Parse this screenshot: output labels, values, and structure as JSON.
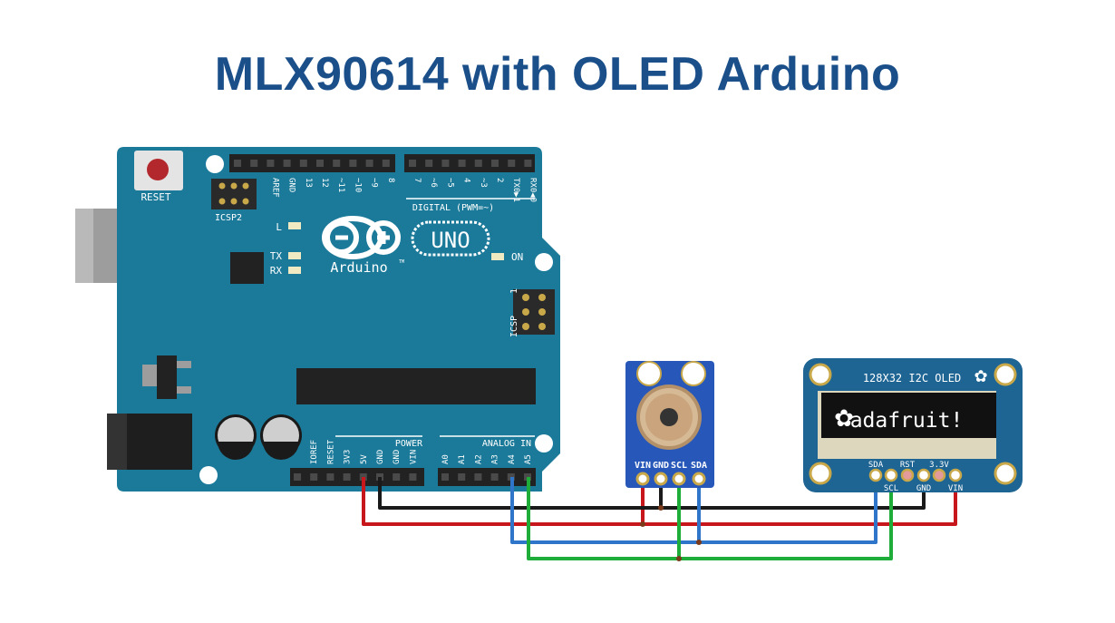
{
  "title": "MLX90614 with OLED Arduino",
  "arduino": {
    "reset": "RESET",
    "icsp2": "ICSP2",
    "icsp": "ICSP",
    "icsp_pin1": "1",
    "uno": "UNO",
    "brand": "Arduino",
    "tm": "TM",
    "led_l": "L",
    "led_tx": "TX",
    "led_rx": "RX",
    "led_on": "ON",
    "digital_label": "DIGITAL (PWM=~)",
    "digital_pins": [
      "AREF",
      "GND",
      "13",
      "12",
      "~11",
      "~10",
      "~9",
      "8",
      "7",
      "~6",
      "~5",
      "4",
      "~3",
      "2",
      "TX0▶1",
      "RX0◀0"
    ],
    "power_label": "POWER",
    "power_pins": [
      "IOREF",
      "RESET",
      "3V3",
      "5V",
      "GND",
      "GND",
      "VIN"
    ],
    "analog_label": "ANALOG IN",
    "analog_pins": [
      "A0",
      "A1",
      "A2",
      "A3",
      "A4",
      "A5"
    ]
  },
  "sensor": {
    "pins": [
      "VIN",
      "GND",
      "SCL",
      "SDA"
    ]
  },
  "oled": {
    "title": "128X32 I2C OLED",
    "screen_text": "adafruit!",
    "pins_top": [
      "SDA",
      "RST",
      "3.3V"
    ],
    "pins_bottom": [
      "SCL",
      "GND",
      "VIN"
    ]
  },
  "colors": {
    "board": "#1b7a99",
    "title": "#1a4f8a",
    "wire_red": "#c8161d",
    "wire_black": "#1a1a1a",
    "wire_blue": "#2f75c9",
    "wire_green": "#1fad3a",
    "sensor_board": "#2757b8",
    "oled_board": "#1e6594"
  }
}
